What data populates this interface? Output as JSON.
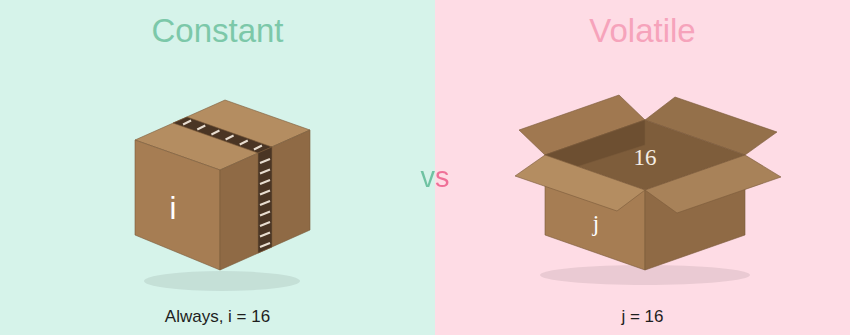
{
  "diagram": {
    "nodes": [
      {
        "text": [
          "Constant",
          "Always, i = 16"
        ]
      },
      {
        "text": [
          "i"
        ],
        "in": 0
      },
      {
        "text": [
          "Volatile",
          "j = 16"
        ]
      },
      {
        "text": [
          "16",
          "j"
        ],
        "in": 2
      }
    ],
    "labels": [
      "vs"
    ]
  }
}
